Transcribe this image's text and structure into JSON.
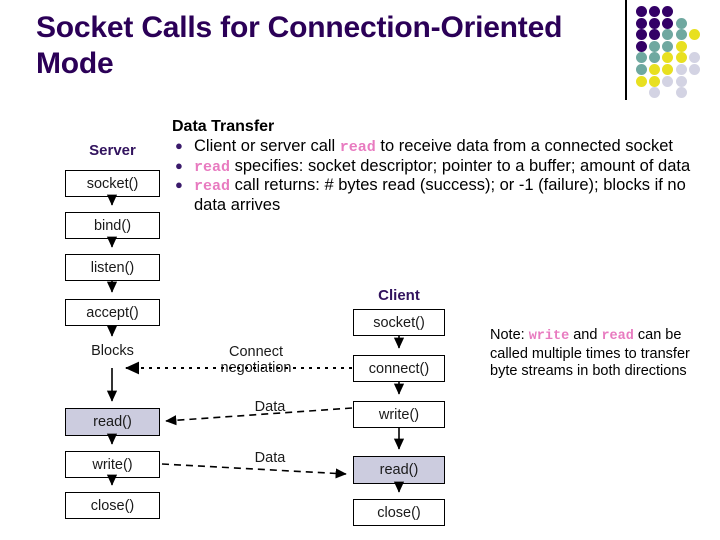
{
  "slide": {
    "title": "Socket Calls for Connection-Oriented Mode",
    "title_color": "#2b0057",
    "background": "#ffffff"
  },
  "logo": {
    "name": "dot-grid-logo",
    "divider": true,
    "colors": {
      "purple": "#330066",
      "teal": "#6fa8a0",
      "yellow": "#e8e020",
      "light": "#d3d3e3"
    },
    "grid": [
      [
        "purple",
        "purple",
        "purple",
        "none",
        "none"
      ],
      [
        "purple",
        "purple",
        "purple",
        "teal",
        "none"
      ],
      [
        "purple",
        "purple",
        "teal",
        "teal",
        "yellow"
      ],
      [
        "purple",
        "teal",
        "teal",
        "yellow",
        "none"
      ],
      [
        "teal",
        "teal",
        "yellow",
        "yellow",
        "light"
      ],
      [
        "teal",
        "yellow",
        "yellow",
        "light",
        "light"
      ],
      [
        "yellow",
        "yellow",
        "light",
        "light",
        "none"
      ],
      [
        "none",
        "light",
        "none",
        "light",
        "none"
      ]
    ]
  },
  "data_transfer": {
    "heading": "Data Transfer",
    "bullet_marker": "●",
    "keyword_color": "#e87bc0",
    "bullets": [
      {
        "parts": [
          {
            "t": "Client or server call  ",
            "kw": false
          },
          {
            "t": "read",
            "kw": true
          },
          {
            "t": " to receive data from a connected socket",
            "kw": false
          }
        ]
      },
      {
        "parts": [
          {
            "t": "read",
            "kw": true
          },
          {
            "t": " specifies: socket descriptor; pointer to a buffer; amount of data",
            "kw": false
          }
        ]
      },
      {
        "parts": [
          {
            "t": "read",
            "kw": true
          },
          {
            "t": " call returns: # bytes read (success); or -1 (failure); blocks if no data arrives",
            "kw": false
          }
        ]
      }
    ]
  },
  "server_column": {
    "header": "Server",
    "blocks_label": "Blocks",
    "steps": [
      {
        "label": "socket()",
        "highlight": false
      },
      {
        "label": "bind()",
        "highlight": false
      },
      {
        "label": "listen()",
        "highlight": false
      },
      {
        "label": "accept()",
        "highlight": false
      },
      {
        "label": "read()",
        "highlight": true
      },
      {
        "label": "write()",
        "highlight": false
      },
      {
        "label": "close()",
        "highlight": false
      }
    ]
  },
  "client_column": {
    "header": "Client",
    "steps": [
      {
        "label": "socket()",
        "highlight": false
      },
      {
        "label": "connect()",
        "highlight": false
      },
      {
        "label": "write()",
        "highlight": false
      },
      {
        "label": "read()",
        "highlight": true
      },
      {
        "label": "close()",
        "highlight": false
      }
    ]
  },
  "connectors": [
    {
      "name": "connect-negotiation",
      "label_line1": "Connect",
      "label_line2": "negotiation",
      "style": "dotted",
      "direction": "client-to-server"
    },
    {
      "name": "data-server-to-client",
      "label_line1": "Data",
      "style": "dashed",
      "direction": "client-to-server"
    },
    {
      "name": "data-client-to-server",
      "label_line1": "Data",
      "style": "dashed",
      "direction": "client-to-server"
    }
  ],
  "note": {
    "parts": [
      {
        "t": "Note:  ",
        "kw": false
      },
      {
        "t": "write",
        "kw": true
      },
      {
        "t": " and ",
        "kw": false
      },
      {
        "t": "read",
        "kw": true
      },
      {
        "t": " can be called multiple times to transfer byte streams in both directions",
        "kw": false
      }
    ]
  }
}
